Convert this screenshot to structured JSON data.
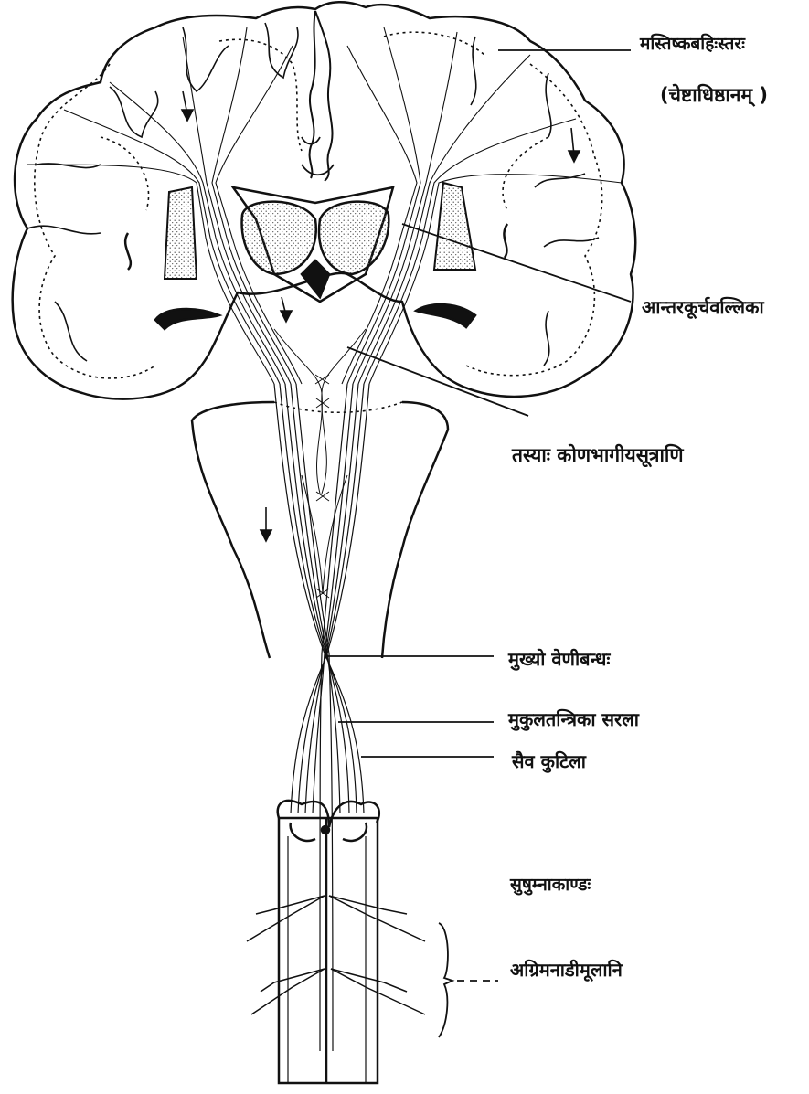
{
  "labels": {
    "cortex": "मस्तिष्कबहिःस्तरः",
    "motor_center": "(चेष्टाधिष्ठानम् )",
    "internal_capsule": "आन्तरकूर्चवल्लिका",
    "corner_fibers": "तस्याः कोणभागीयसूत्राणि",
    "main_decussation": "मुख्यो वेणीबन्धः",
    "direct_tract": "मुकुलतन्त्रिका सरला",
    "crossed_tract": "सैव कुटिला",
    "spinal_cord": "सुषुम्नाकाण्डः",
    "anterior_roots": "अग्रिमनाडीमूलानि"
  },
  "colors": {
    "ink": "#111111",
    "paper": "#ffffff",
    "stipple": "#555555"
  }
}
